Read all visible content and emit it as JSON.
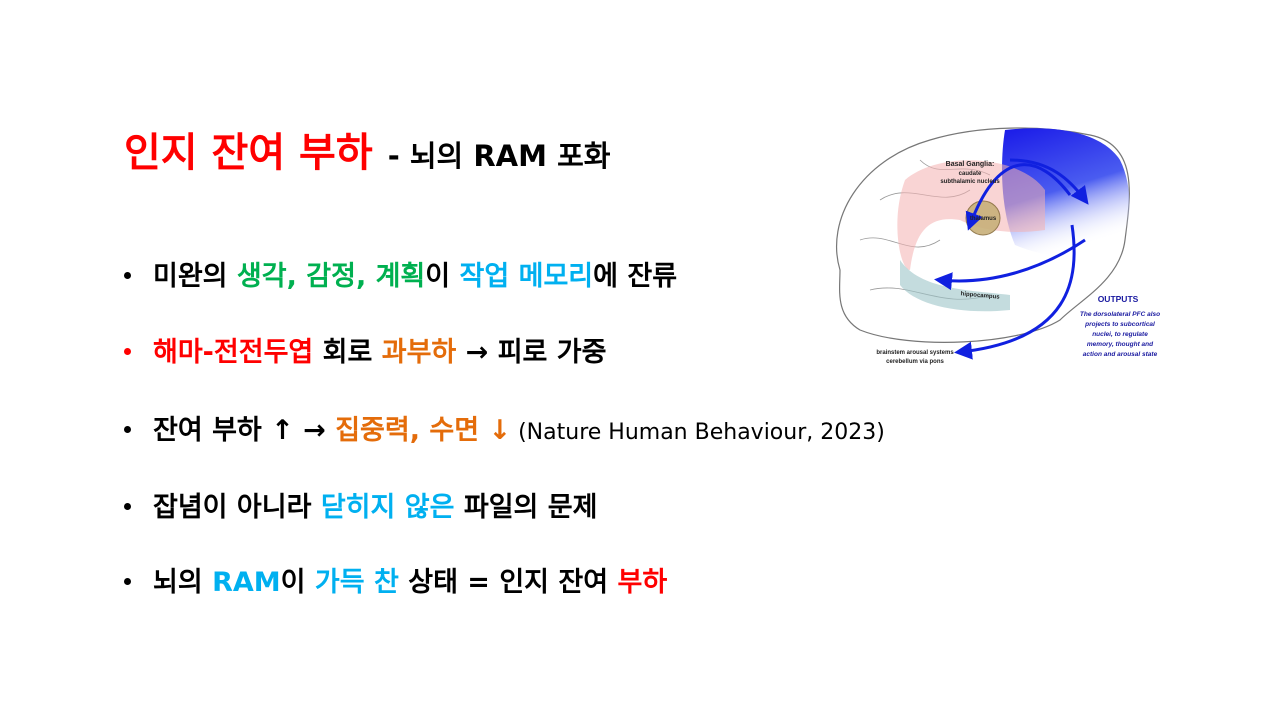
{
  "title": {
    "main": "인지 잔여 부하",
    "sub": "- 뇌의 RAM 포화"
  },
  "bullets": [
    {
      "segments": [
        "미완의 ",
        "생각, 감정, 계획",
        "이 ",
        "작업 메모리",
        "에 잔류"
      ]
    },
    {
      "segments": [
        "해마-전전두엽",
        " 회로 ",
        "과부하",
        " → 피로 가중"
      ]
    },
    {
      "segments": [
        "잔여 부하 ↑ → ",
        "집중력, 수면 ↓",
        " (Nature Human Behaviour, 2023)"
      ]
    },
    {
      "segments": [
        "잡념이 아니라 ",
        "닫히지 않은",
        " 파일의 문제"
      ]
    },
    {
      "segments": [
        "뇌의 ",
        "RAM",
        "이 ",
        "가득 찬",
        " 상태 = 인지 잔여 ",
        "부하"
      ]
    }
  ],
  "figure": {
    "basal_ganglia": "Basal Ganglia:",
    "caudate": "caudate",
    "subthalamic": "subthalamic nucleus",
    "thalamus": "thalamus",
    "hippocampus": "hippocampus",
    "brainstem1": "brainstem arousal systems",
    "brainstem2": "cerebellum via pons",
    "outputs_title": "OUTPUTS",
    "outputs_lines": [
      "The dorsolateral PFC also",
      "projects to subcortical",
      "nuclei, to regulate",
      "memory, thought and",
      "action and arousal state"
    ]
  },
  "colors": {
    "red": "#ff0000",
    "green": "#00b050",
    "cyan": "#00b0f0",
    "orange": "#e46c0a",
    "arrow_blue": "#1020e0"
  }
}
